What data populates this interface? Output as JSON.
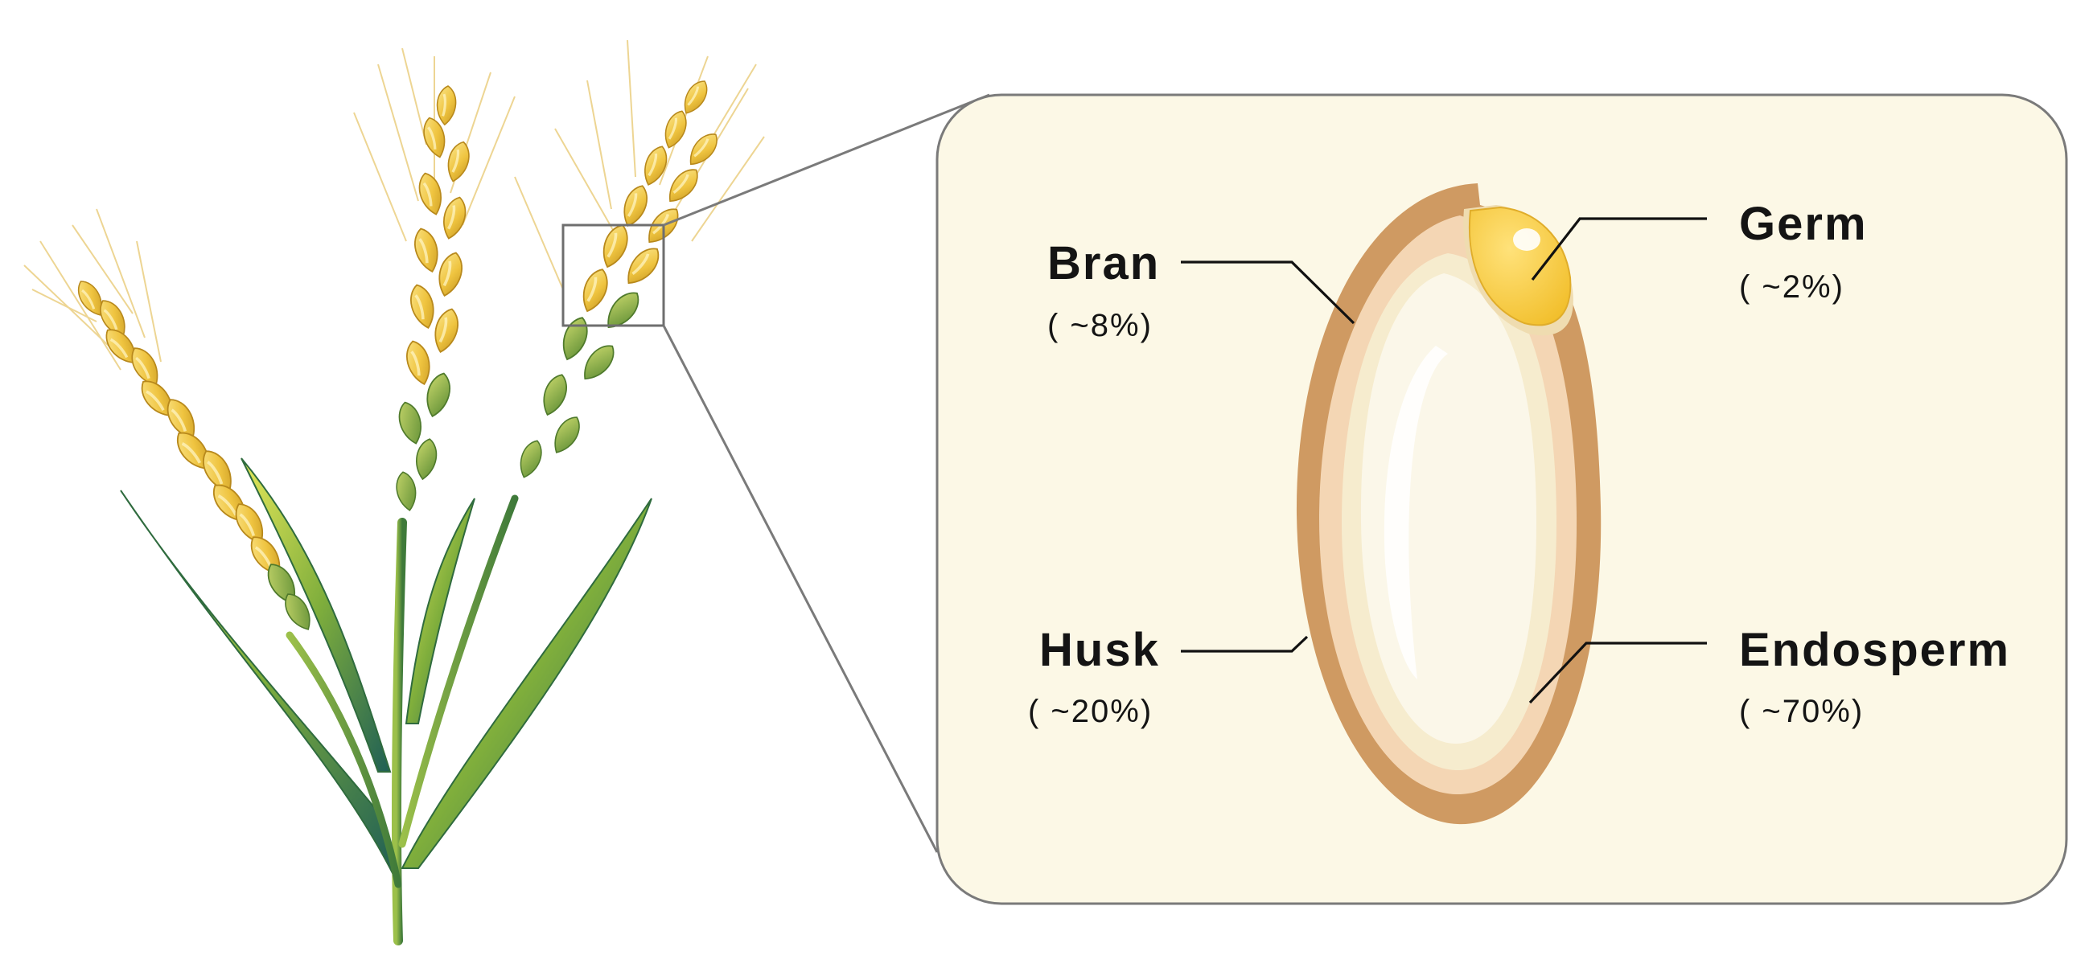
{
  "diagram": {
    "colors": {
      "panel_fill": "#fcf8e6",
      "panel_stroke": "#7a7a7a",
      "husk": "#cf9a62",
      "bran": "#f4d6b4",
      "endosperm_outer": "#f6ecce",
      "endosperm_inner": "#fbf7e9",
      "germ": "#f6c948",
      "wheat_grain": "#eec44a",
      "wheat_leaf": "#4a8a3a"
    },
    "labels": {
      "bran": {
        "name": "Bran",
        "percent": "( ~8%)"
      },
      "germ": {
        "name": "Germ",
        "percent": "( ~2%)"
      },
      "husk": {
        "name": "Husk",
        "percent": "( ~20%)"
      },
      "endosperm": {
        "name": "Endosperm",
        "percent": "( ~70%)"
      }
    }
  }
}
